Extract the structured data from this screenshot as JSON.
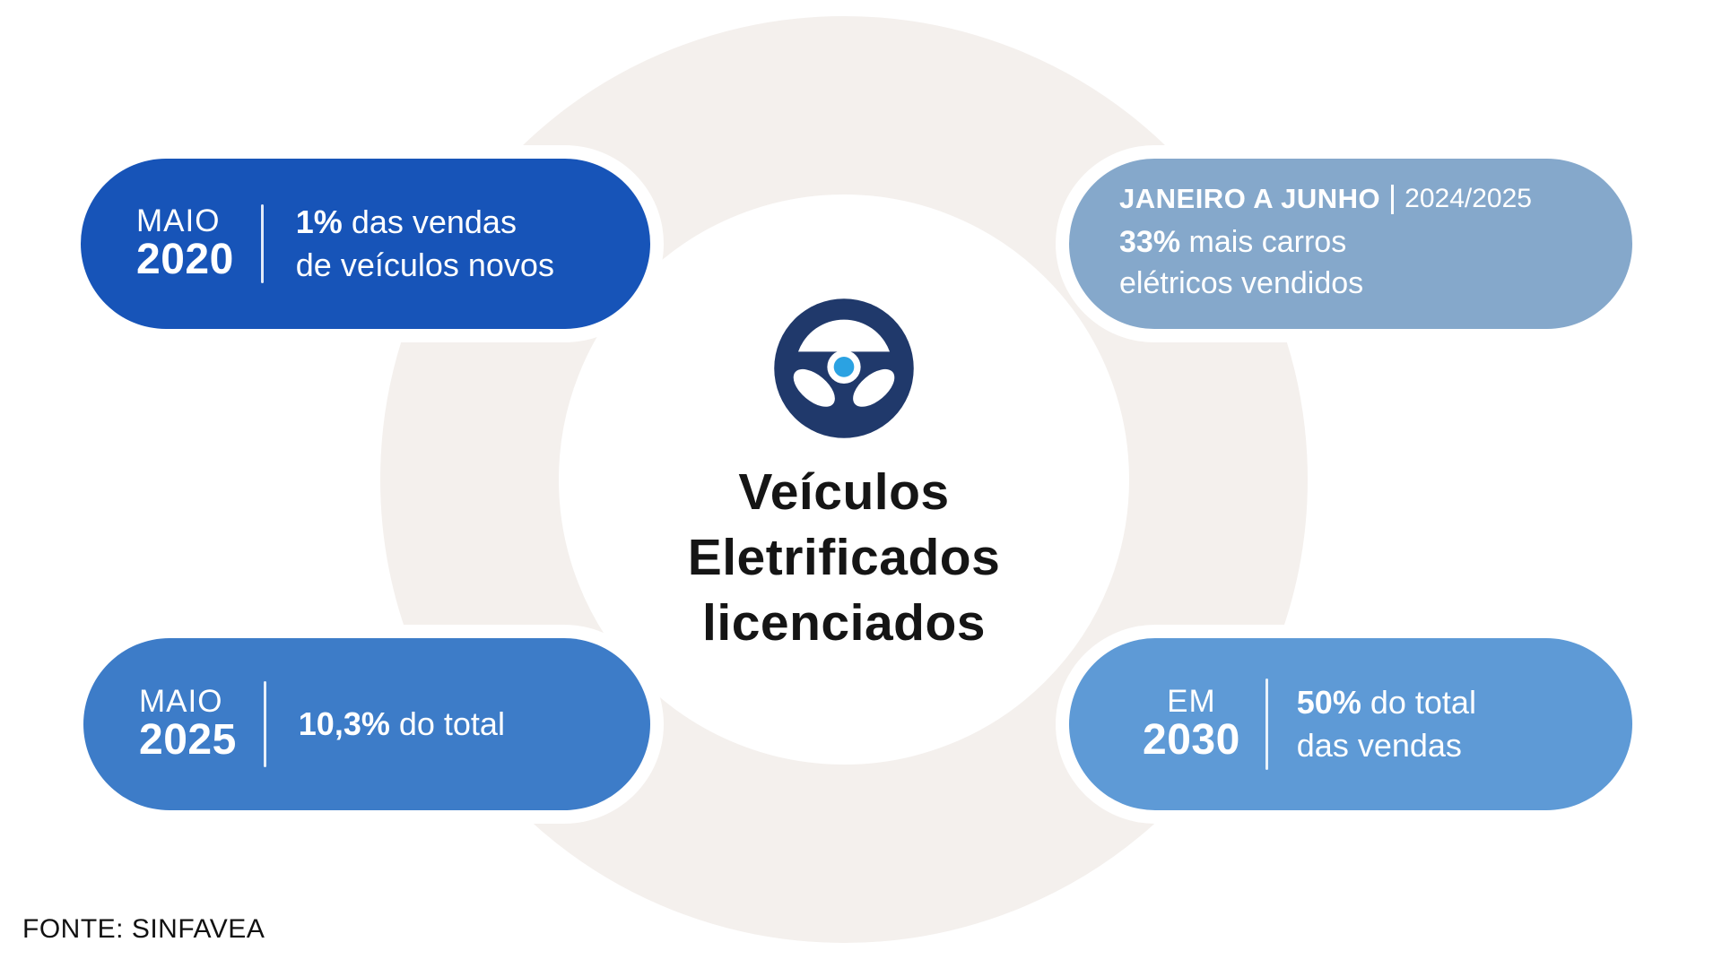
{
  "center": {
    "icon": "steering-wheel-icon",
    "title_lines": [
      "Veículos",
      "Eletrificados",
      "licenciados"
    ]
  },
  "cards": {
    "top_left": {
      "period": "MAIO",
      "year": "2020",
      "stat_bold": "1%",
      "stat_line1_rest": " das vendas",
      "stat_line2": "de veículos novos",
      "color": "#1754B8"
    },
    "top_right": {
      "period_label": "JANEIRO A JUNHO",
      "period_detail": "2024/2025",
      "stat_bold": "33%",
      "stat_line1_rest": " mais carros",
      "stat_line2": "elétricos vendidos",
      "color": "#85A8CB"
    },
    "bottom_left": {
      "period": "MAIO",
      "year": "2025",
      "stat_bold": "10,3%",
      "stat_line1_rest": " do total",
      "color": "#3D7CC8"
    },
    "bottom_right": {
      "period": "EM",
      "year": "2030",
      "stat_bold": "50%",
      "stat_line1_rest": " do total",
      "stat_line2": "das vendas",
      "color": "#5E9AD6"
    }
  },
  "source": {
    "label": "FONTE: SINFAVEA"
  },
  "colors": {
    "background": "#FFFFFF",
    "ring": "#F4F0ED",
    "card_top_left": "#1754B8",
    "card_top_right": "#85A8CB",
    "card_bottom_left": "#3D7CC8",
    "card_bottom_right": "#5E9AD6",
    "wheel_navy": "#20396B",
    "wheel_dot_blue": "#2BA2E2",
    "title_text": "#151515",
    "card_text": "#FFFFFF"
  }
}
